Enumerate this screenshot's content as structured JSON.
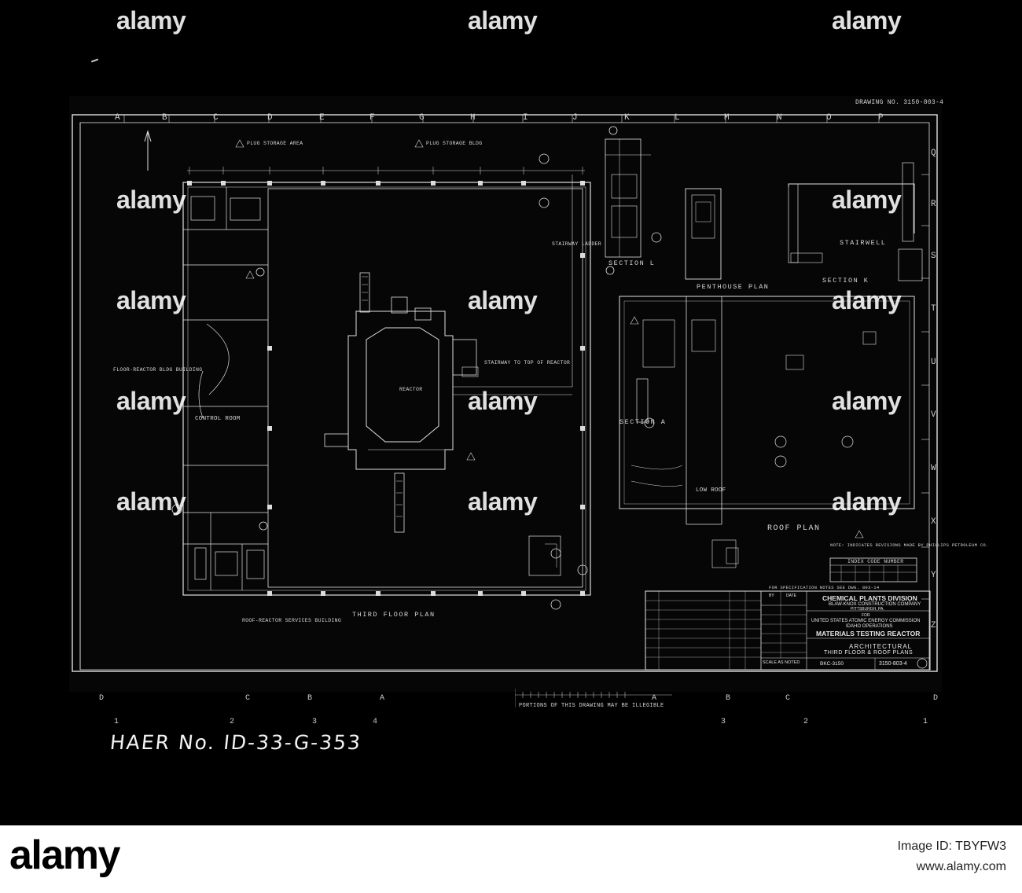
{
  "drawing": {
    "top_number": "DRAWING NO. 3150-803-4",
    "top_columns": [
      "A",
      "B",
      "C",
      "D",
      "E",
      "F",
      "G",
      "H",
      "I",
      "J",
      "K",
      "L",
      "M",
      "N",
      "O",
      "P"
    ],
    "right_rows": [
      "Q",
      "R",
      "S",
      "T",
      "U",
      "V",
      "W",
      "X",
      "Y",
      "Z"
    ],
    "margin_bottom_letters": [
      "D",
      "C",
      "B",
      "A",
      "A",
      "B",
      "C",
      "D"
    ],
    "margin_bottom_digits": [
      "1",
      "2",
      "3",
      "4",
      "3",
      "2",
      "1"
    ],
    "illegible_note": "PORTIONS OF THIS DRAWING MAY BE ILLEGIBLE"
  },
  "plan_labels": {
    "plug_storage_area": "PLUG STORAGE AREA",
    "plug_storage_bldg": "PLUG STORAGE BLDG",
    "third_floor_plan": "THIRD FLOOR PLAN",
    "roof_plan": "ROOF PLAN",
    "penthouse_plan": "PENTHOUSE PLAN",
    "section_k": "SECTION K",
    "section_l": "SECTION L",
    "section_a": "SECTION A",
    "stairwell": "STAIRWELL",
    "reactor": "REACTOR",
    "control_room": "CONTROL ROOM",
    "stairway_to_top": "STAIRWAY TO TOP OF REACTOR",
    "stairway_ladder": "STAIRWAY LADDER",
    "low_roof": "LOW ROOF",
    "reactor_bldg": "FLOOR-REACTOR BLDG BUILDING",
    "reactor_services": "ROOF-REACTOR SERVICES BUILDING",
    "note_revisions": "NOTE: INDICATES REVISIONS MADE BY PHILLIPS PETROLEUM CO."
  },
  "title_block": {
    "division": "CHEMICAL PLANTS DIVISION",
    "company": "BLAW-KNOX CONSTRUCTION COMPANY",
    "city": "PITTSBURGH, PA.",
    "for": "FOR",
    "commission": "UNITED STATES ATOMIC ENERGY COMMISSION",
    "operations": "IDAHO OPERATIONS",
    "project": "MATERIALS TESTING REACTOR",
    "title_1": "ARCHITECTURAL",
    "title_2": "THIRD FLOOR & ROOF PLANS",
    "scale": "SCALE AS NOTED",
    "contract": "BKC-3150",
    "drawing_no": "3150-803-4",
    "index_code": "INDEX CODE NUMBER",
    "spec_note": "FOR SPECIFICATION NOTES SEE DWG. 803-14",
    "rev_by": "BY",
    "rev_date": "DATE"
  },
  "caption": "HAER No. ID-33-G-353",
  "watermarks": [
    "alamy",
    "alamy",
    "alamy",
    "alamy",
    "alamy",
    "alamy",
    "alamy",
    "alamy",
    "alamy",
    "alamy"
  ],
  "footer": {
    "logo": "alamy",
    "image_id": "Image ID: TBYFW3",
    "site": "www.alamy.com"
  }
}
